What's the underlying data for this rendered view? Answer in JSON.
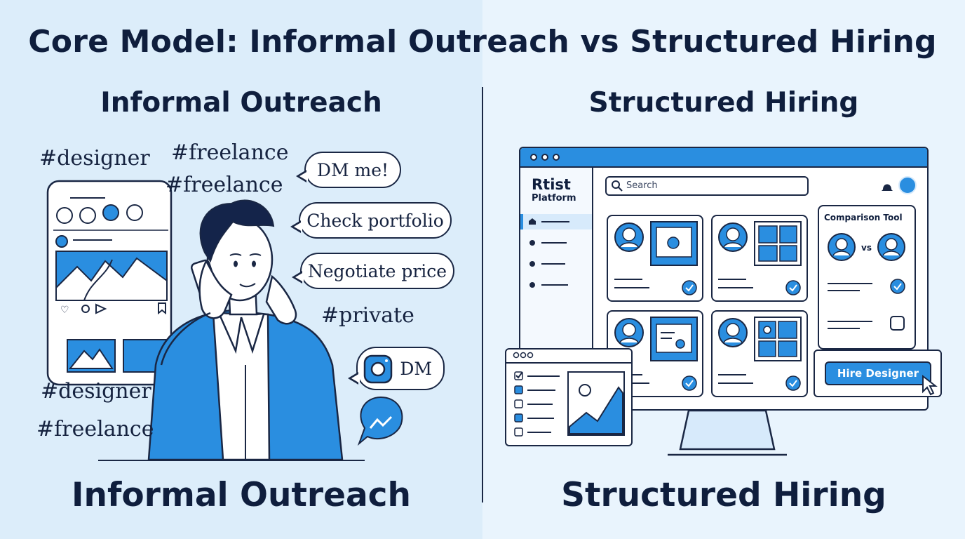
{
  "title": "Core Model: Informal Outreach vs Structured Hiring",
  "left": {
    "heading": "Informal Outreach",
    "footer": "Informal Outreach",
    "hashtags": [
      "#designer",
      "#freelance",
      "#freelance",
      "#designer",
      "#freelance",
      "#private"
    ],
    "bubbles": {
      "dm_me": "DM me!",
      "check_portfolio": "Check portfolio",
      "negotiate_price": "Negotiate price",
      "instagram_dm": "DM"
    }
  },
  "right": {
    "heading": "Structured Hiring",
    "footer": "Structured Hiring",
    "app": {
      "brand": "Rtist",
      "brand_sub": "Platform",
      "search_placeholder": "Search",
      "comparison_title": "Comparison Tool",
      "vs_label": "vs",
      "hire_button": "Hire Designer"
    }
  },
  "colors": {
    "accent": "#2a8ee0",
    "ink": "#1a2744",
    "left_bg": "#dcedfa",
    "right_bg": "#e9f4fd"
  },
  "icons": [
    "instagram-icon",
    "messenger-icon",
    "search-icon",
    "bell-icon",
    "home-icon",
    "checkmark-icon",
    "cursor-icon",
    "gear-icon"
  ]
}
